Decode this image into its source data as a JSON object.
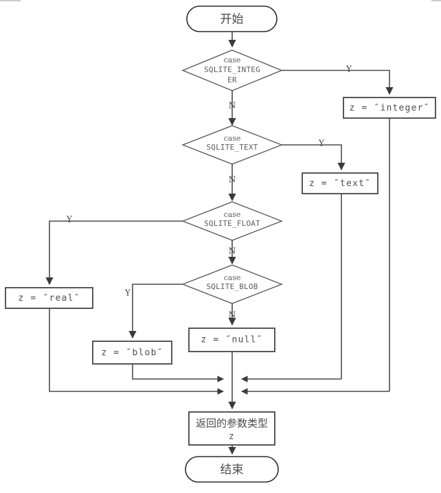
{
  "diagram": {
    "title": "SQLite column type decision flowchart",
    "type": "flowchart",
    "colors": {
      "background": "#ffffff",
      "stroke": "#4a4a4a",
      "box_stroke": "#3a3a3a",
      "text": "#4f4f4f"
    },
    "nodes": {
      "start": {
        "label": "开始",
        "shape": "terminator"
      },
      "decision_integer": {
        "line1": "case",
        "line2": "SQLITE_INTEG",
        "line3": "ER",
        "shape": "decision"
      },
      "decision_text": {
        "line1": "case",
        "line2": "SQLITE_TEXT",
        "shape": "decision"
      },
      "decision_float": {
        "line1": "case",
        "line2": "SQLITE_FLOAT",
        "shape": "decision"
      },
      "decision_blob": {
        "line1": "case",
        "line2": "SQLITE_BLOB",
        "shape": "decision"
      },
      "assign_integer": {
        "label": "z = ″integer″",
        "shape": "process"
      },
      "assign_text": {
        "label": "z = ″text″",
        "shape": "process"
      },
      "assign_real": {
        "label": "z = ″real″",
        "shape": "process"
      },
      "assign_blob": {
        "label": "z = ″blob″",
        "shape": "process"
      },
      "assign_null": {
        "label": "z = ″null″",
        "shape": "process"
      },
      "return_box": {
        "line1": "返回的参数类型",
        "line2": "z",
        "shape": "process"
      },
      "end": {
        "label": "结束",
        "shape": "terminator"
      }
    },
    "edge_labels": {
      "yes": "Y",
      "no": "N",
      "integer_yes": "Y",
      "integer_no": "N",
      "text_yes": "Y",
      "text_no": "N",
      "float_yes": "Y",
      "float_no": "N",
      "blob_yes": "Y",
      "blob_no": "N"
    }
  }
}
